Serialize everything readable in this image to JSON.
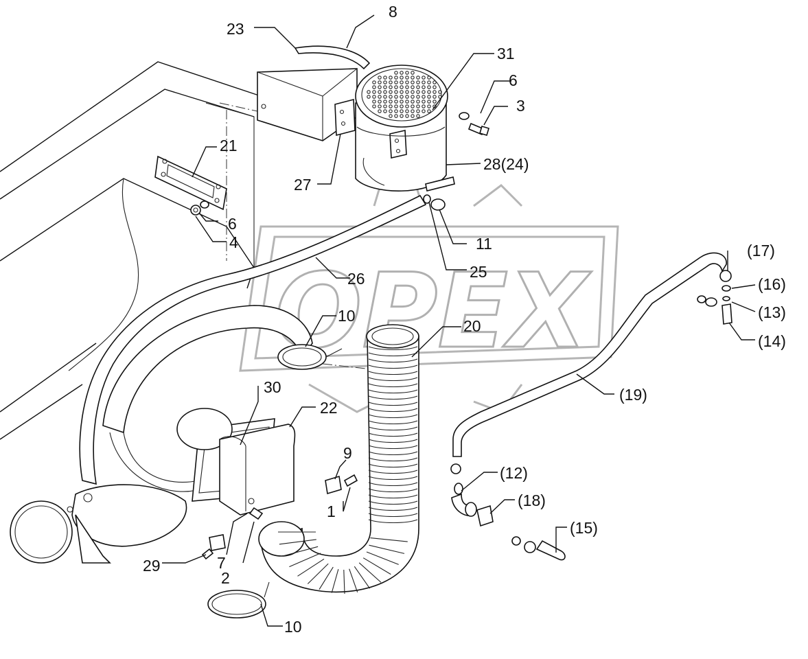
{
  "diagram": {
    "watermark": "OPEX",
    "callouts": [
      {
        "id": "c8",
        "text": "8"
      },
      {
        "id": "c23",
        "text": "23"
      },
      {
        "id": "c31",
        "text": "31"
      },
      {
        "id": "c6a",
        "text": "6"
      },
      {
        "id": "c3",
        "text": "3"
      },
      {
        "id": "c21",
        "text": "21"
      },
      {
        "id": "c28",
        "text": "28(24)"
      },
      {
        "id": "c27",
        "text": "27"
      },
      {
        "id": "c6b",
        "text": "6"
      },
      {
        "id": "c4",
        "text": "4"
      },
      {
        "id": "c11",
        "text": "11"
      },
      {
        "id": "c25",
        "text": "25"
      },
      {
        "id": "c26",
        "text": "26"
      },
      {
        "id": "c17",
        "text": "(17)"
      },
      {
        "id": "c16",
        "text": "(16)"
      },
      {
        "id": "c13",
        "text": "(13)"
      },
      {
        "id": "c14",
        "text": "(14)"
      },
      {
        "id": "c10a",
        "text": "10"
      },
      {
        "id": "c20",
        "text": "20"
      },
      {
        "id": "c19",
        "text": "(19)"
      },
      {
        "id": "c30",
        "text": "30"
      },
      {
        "id": "c22",
        "text": "22"
      },
      {
        "id": "c9",
        "text": "9"
      },
      {
        "id": "c12",
        "text": "(12)"
      },
      {
        "id": "c18",
        "text": "(18)"
      },
      {
        "id": "c1",
        "text": "1"
      },
      {
        "id": "c15",
        "text": "(15)"
      },
      {
        "id": "c29",
        "text": "29"
      },
      {
        "id": "c7",
        "text": "7"
      },
      {
        "id": "c2",
        "text": "2"
      },
      {
        "id": "c10b",
        "text": "10"
      }
    ]
  }
}
